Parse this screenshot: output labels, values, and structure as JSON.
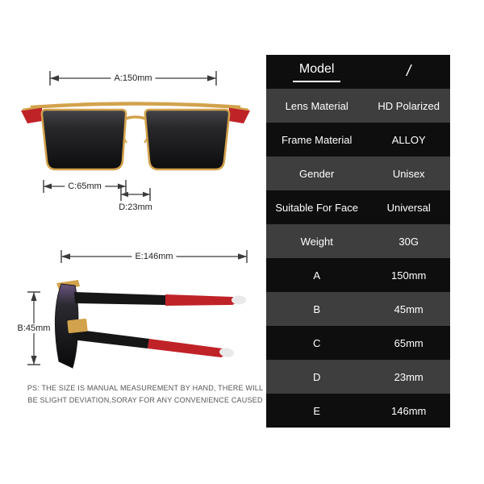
{
  "diagram": {
    "colors": {
      "gold": "#d2a24c",
      "red": "#bf2328",
      "arrow": "#3a3a3a"
    },
    "front_view": {
      "dim_a": "A:150mm",
      "dim_c": "C:65mm",
      "dim_d": "D:23mm"
    },
    "side_view": {
      "dim_e": "E:146mm",
      "dim_b": "B:45mm"
    },
    "disclaimer": {
      "line1": "PS: THE SIZE IS MANUAL MEASUREMENT BY HAND, THERE WILL",
      "line2": "BE SLIGHT DEVIATION,SORAY FOR ANY CONVENIENCE CAUSED"
    }
  },
  "spec_table": {
    "colors": {
      "row_dark": "#0e0e0e",
      "row_light": "#3e3e3e",
      "text": "#ffffff"
    },
    "rows": [
      {
        "label": "Model",
        "value": "/"
      },
      {
        "label": "Lens Material",
        "value": "HD Polarized"
      },
      {
        "label": "Frame Material",
        "value": "ALLOY"
      },
      {
        "label": "Gender",
        "value": "Unisex"
      },
      {
        "label": "Suitable For Face",
        "value": "Universal"
      },
      {
        "label": "Weight",
        "value": "30G"
      },
      {
        "label": "A",
        "value": "150mm"
      },
      {
        "label": "B",
        "value": "45mm"
      },
      {
        "label": "C",
        "value": "65mm"
      },
      {
        "label": "D",
        "value": "23mm"
      },
      {
        "label": "E",
        "value": "146mm"
      }
    ]
  }
}
